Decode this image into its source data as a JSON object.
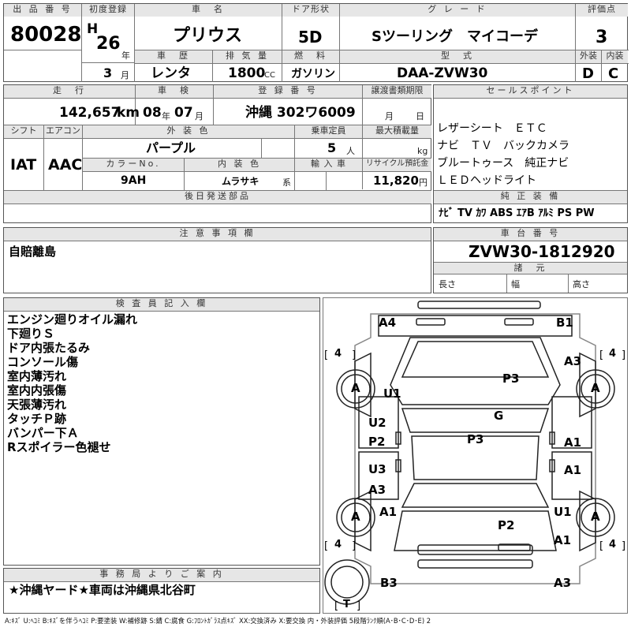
{
  "header": {
    "lot_no_label": "出 品 番 号",
    "lot_no": "80028",
    "first_reg_label": "初度登録",
    "era": "H",
    "first_reg_year": "26",
    "year_unit": "年",
    "month_unit": "月",
    "first_reg_month": "3",
    "car_name_label": "車　名",
    "car_name": "プリウス",
    "door_label": "ドア形状",
    "door": "5D",
    "grade_label": "グ レ ー ド",
    "grade": "Sツーリング　マイコーデ",
    "score_label": "評価点",
    "score": "3",
    "history_label": "車　歴",
    "history": "レンタ",
    "displacement_label": "排 気 量",
    "displacement": "1800",
    "displacement_unit": "CC",
    "fuel_label": "燃　料",
    "fuel": "ガソリン",
    "model_label": "型　式",
    "model": "DAA-ZVW30",
    "exterior_label": "外装",
    "exterior_grade": "D",
    "interior_label": "内装",
    "interior_grade": "C"
  },
  "row2": {
    "mileage_label": "走　行",
    "mileage": "142,657",
    "mileage_unit": "km",
    "inspection_label": "車　検",
    "inspection_year": "08",
    "inspection_month": "07",
    "year_unit": "年",
    "month_unit": "月",
    "plate_label": "登 録 番 号",
    "plate": "沖縄 302ワ6009",
    "transfer_label": "譲渡書類期限",
    "transfer_month_unit": "月",
    "transfer_day_unit": "日",
    "shift_label": "シフト",
    "shift": "IAT",
    "ac_label": "エアコン",
    "ac": "AAC",
    "ext_color_label": "外 装 色",
    "ext_color": "パープル",
    "capacity_label": "乗車定員",
    "capacity": "5",
    "capacity_unit": "人",
    "max_load_label": "最大積載量",
    "max_load_unit": "kg",
    "color_no_label": "カラーNo.",
    "color_no": "9AH",
    "int_color_label": "内 装 色",
    "int_color": "ムラサキ",
    "int_color_unit": "系",
    "import_label": "輸 入 車",
    "recycle_label": "リサイクル預託金",
    "recycle": "11,820",
    "recycle_unit": "円",
    "deferred_label": "後日発送部品"
  },
  "sales": {
    "label": "セールスポイント",
    "lines": [
      "レザーシート　ＥＴＣ",
      "ナビ　ＴＶ　バックカメラ",
      "ブルートゥース　純正ナビ",
      "ＬＥＤヘッドライト"
    ],
    "equip_label": "純 正 装 備",
    "equipment": "ﾅﾋﾞ  TV  ｶﾜ  ABS  ｴｱB  ｱﾙﾐ  PS  PW"
  },
  "notes": {
    "label": "注 意 事 項 欄",
    "text": "自賠離島"
  },
  "chassis": {
    "label": "車 台 番 号",
    "value": "ZVW30-1812920",
    "dims_label": "諸　元",
    "length_label": "長さ",
    "width_label": "幅",
    "height_label": "高さ"
  },
  "inspector": {
    "label": "検 査 員 記 入 欄",
    "lines": [
      "エンジン廻りオイル漏れ",
      "下廻りＳ",
      "ドア内張たるみ",
      "コンソール傷",
      "室内薄汚れ",
      "室内内張傷",
      "天張薄汚れ",
      "タッチＰ跡",
      "バンパー下Ａ",
      "Rスポイラー色褪せ"
    ]
  },
  "office": {
    "label": "事 務 局 よ り ご 案 内",
    "text": "★沖縄ヤード★車両は沖縄県北谷町"
  },
  "diagram": {
    "labels": {
      "a4": "A4",
      "b1": "B1",
      "a3_front": "A3",
      "u1_front": "U1",
      "p3_hood": "P3",
      "g": "G",
      "u2": "U2",
      "p2_left": "P2",
      "p3_roof": "P3",
      "a1_right": "A1",
      "u3": "U3",
      "a3_left": "A3",
      "a1_right2": "A1",
      "a1_left": "A1",
      "u1_rear": "U1",
      "p2_rear": "P2",
      "a1_rear": "A1",
      "b3": "B3",
      "a3_rear": "A3"
    },
    "tire_mark": "A",
    "tire_depth": "4",
    "spare_label": "T"
  },
  "legend": "A:ｷｽﾞ  U:ﾍｺﾐ  B:ｷｽﾞを伴うﾍｺﾐ  P:要塗装  W:補修跡  S:錆  C:腐食  G:ﾌﾛﾝﾄｶﾞﾗｽ点ｷｽﾞ  XX:交換済み  X:要交換   内・外装評価  5段階ﾗﾝｸ順(A･B･C･D･E) 2"
}
